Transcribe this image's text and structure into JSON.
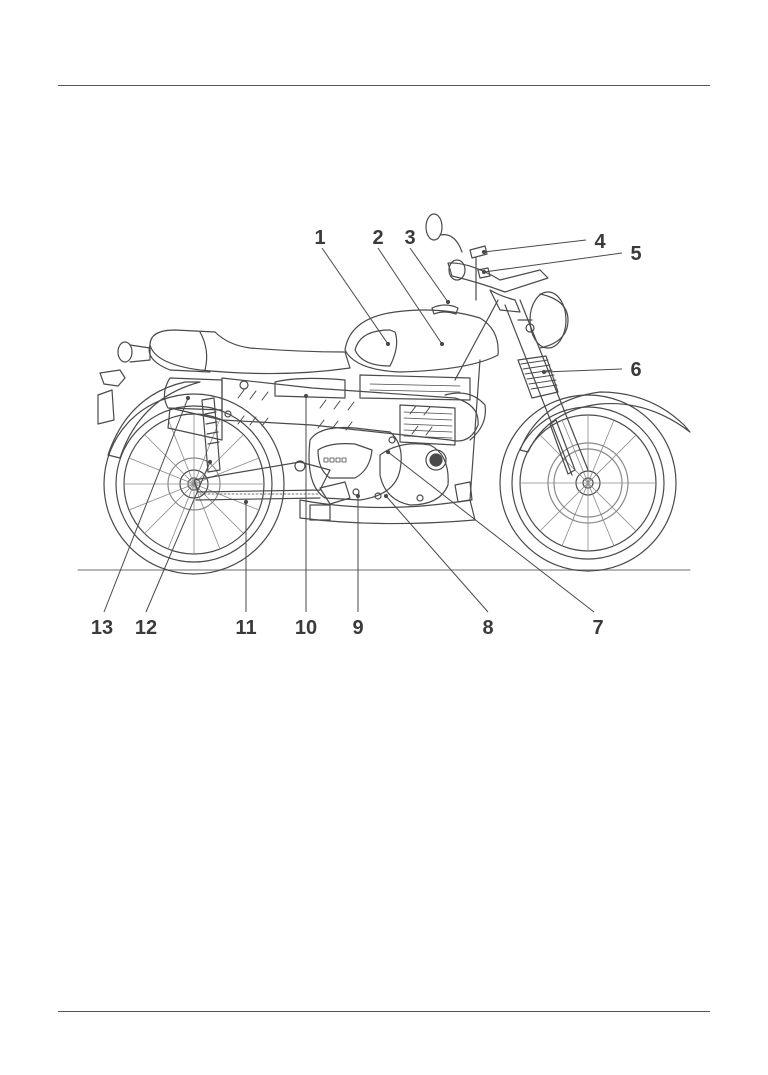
{
  "page": {
    "figure": "motorcycle-side-view-illustration",
    "callouts": [
      "1",
      "2",
      "3",
      "4",
      "5",
      "6",
      "7",
      "8",
      "9",
      "10",
      "11",
      "12",
      "13"
    ]
  },
  "colors": {
    "line": "#4a4a4a",
    "light_line": "#8a8a8a",
    "rule": "#555555",
    "label": "#3a3a3a"
  }
}
